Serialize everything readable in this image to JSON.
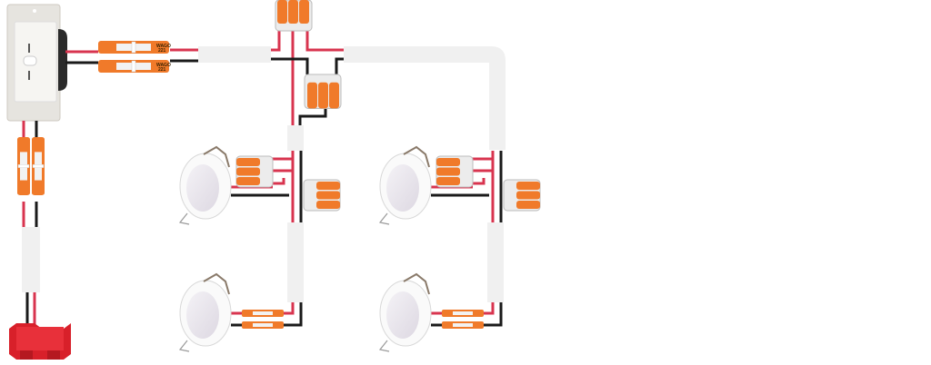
{
  "diagram": {
    "type": "wiring-diagram",
    "connector_brand": "WAGO",
    "connector_model": "221",
    "colors": {
      "hot_wire": "#d8344f",
      "neutral_wire": "#1a1a1a",
      "cable_jacket": "#f0f0f0",
      "connector_body": "#f07a2a",
      "fuse": "#d8202a"
    },
    "components": [
      "dimmer-switch",
      "inline-connector",
      "lever-connector",
      "recessed-light",
      "cable",
      "blade-fuse"
    ]
  }
}
